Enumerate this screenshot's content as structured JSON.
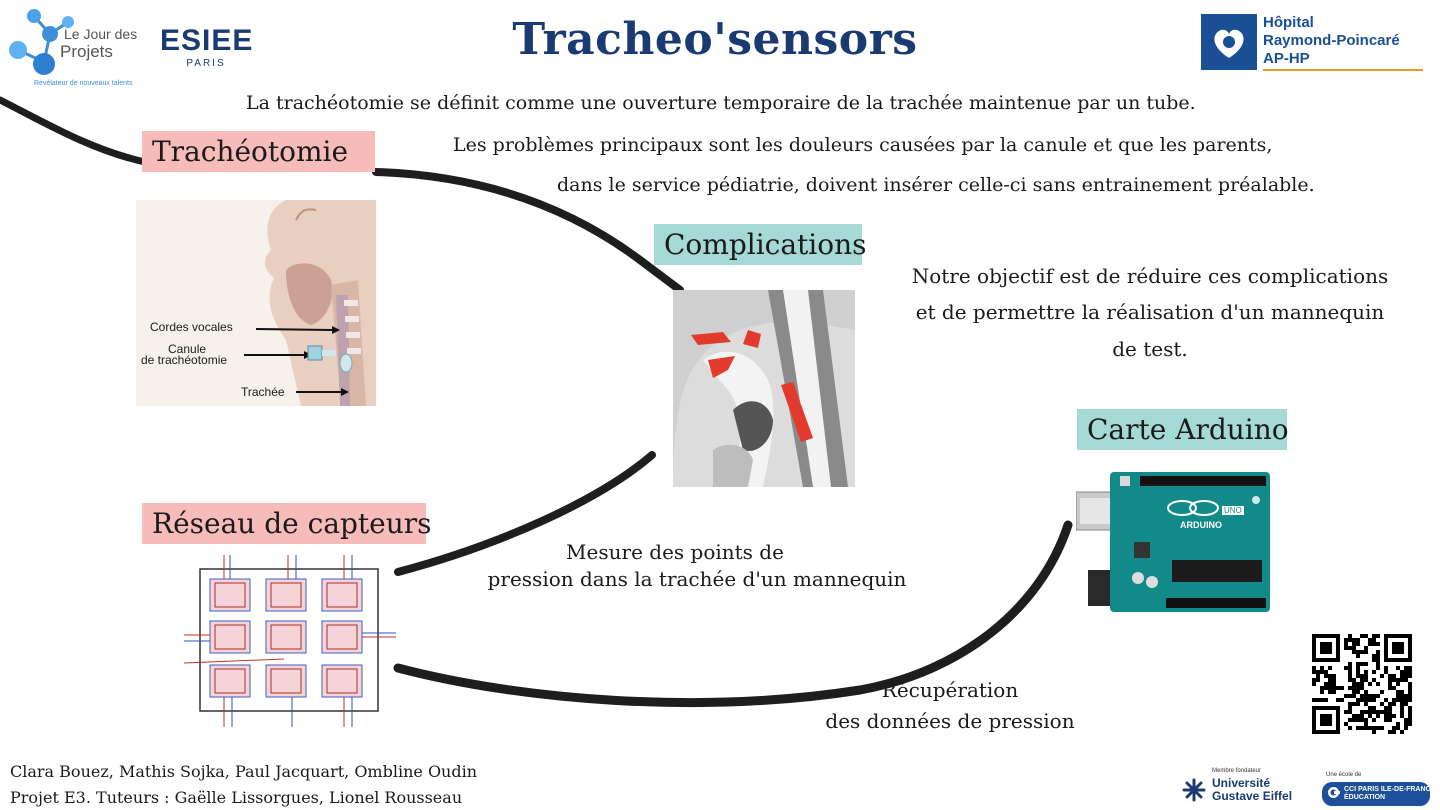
{
  "header": {
    "title": "Tracheo'sensors"
  },
  "logos": {
    "jour_projets": {
      "line1": "Le Jour des",
      "line2": "Projets",
      "tagline": "Révélateur de nouveaux talents"
    },
    "esiee": {
      "name": "ESIEE",
      "city": "PARIS"
    },
    "hospital": {
      "line1": "Hôpital",
      "line2": "Raymond-Poincaré",
      "line3": "AP-HP"
    },
    "uge": {
      "kicker": "Membre fondateur",
      "line1": "Université",
      "line2": "Gustave Eiffel"
    },
    "cci": {
      "kicker": "Une école de",
      "line1": "CCI PARIS ILE-DE-FRANCE",
      "line2": "ÉDUCATION"
    }
  },
  "intro": {
    "line1": "La trachéotomie se définit comme une ouverture  temporaire de la trachée maintenue par un tube.",
    "line2": "Les problèmes principaux sont les douleurs causées par la canule et que les parents,",
    "line3": "dans le service pédiatrie, doivent insérer celle-ci sans entrainement préalable."
  },
  "sections": {
    "tracheotomie": "Trachéotomie",
    "complications": "Complications",
    "reseau": "Réseau de capteurs",
    "arduino": "Carte Arduino"
  },
  "anatomy_labels": {
    "cordes": "Cordes vocales",
    "canule1": "Canule",
    "canule2": "de trachéotomie",
    "trachee": "Trachée"
  },
  "objective": {
    "line1": "Notre objectif est de réduire ces complications",
    "line2": "et de permettre la réalisation d'un mannequin",
    "line3": "de test."
  },
  "mesure": {
    "line1": "Mesure des points de",
    "line2": "pression dans la trachée d'un mannequin"
  },
  "recuperation": {
    "line1": "Récupération",
    "line2": "des données de pression"
  },
  "arduino_board": {
    "brand": "ARDUINO",
    "model": "UNO"
  },
  "footer": {
    "authors": "Clara Bouez, Mathis Sojka, Paul Jacquart, Ombline Oudin",
    "tutors": "Projet E3. Tuteurs : Gaëlle Lissorgues, Lionel Rousseau"
  },
  "colors": {
    "title": "#1a3a72",
    "pink_label": "#f7bcb9",
    "teal_label": "#a4d9d5",
    "board": "#138a8a",
    "stroke": "#1e1e1e"
  }
}
